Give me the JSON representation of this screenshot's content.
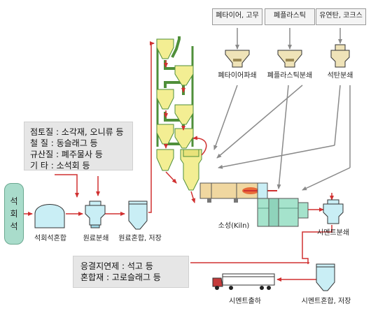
{
  "top_sources": [
    "폐타이어, 고무",
    "폐플라스틱",
    "유연탄, 코크스"
  ],
  "top_units": [
    "폐타이어파쇄",
    "폐플라스틱분쇄",
    "석탄분쇄"
  ],
  "raw_material": [
    "석",
    "회",
    "석"
  ],
  "additives_box": [
    {
      "key": "점토질",
      "value": "소각재, 오니류 등"
    },
    {
      "key": "철  질",
      "value": "동슬래그 등"
    },
    {
      "key": "규산질",
      "value": "폐주물사 등"
    },
    {
      "key": "기  타",
      "value": "소석회 등"
    }
  ],
  "process_labels": {
    "mixing": "석회석혼합",
    "raw_mill": "원료분쇄",
    "raw_storage": "원료혼합, 저장",
    "kiln": "소성(Kiln)",
    "cement_mill": "시멘트분쇄",
    "cement_storage": "시멘트혼합, 저장",
    "shipping": "시멘트출하"
  },
  "cement_additives_box": [
    {
      "key": "응결지연제",
      "value": "석고 등"
    },
    {
      "key": "혼합재",
      "value": "고로슬래그 등"
    }
  ],
  "colors": {
    "flow_red": "#d03030",
    "flow_gray": "#8a8a8a",
    "preheater_yellow": "#f3ee93",
    "preheater_green": "#4f8f3a",
    "kiln_tan": "#f0d7a0",
    "equipment_blue": "#c9eef5",
    "equipment_green": "#a5e3cc",
    "hopper_cream": "#efe3b8",
    "raw_green": "#a9dccb"
  }
}
